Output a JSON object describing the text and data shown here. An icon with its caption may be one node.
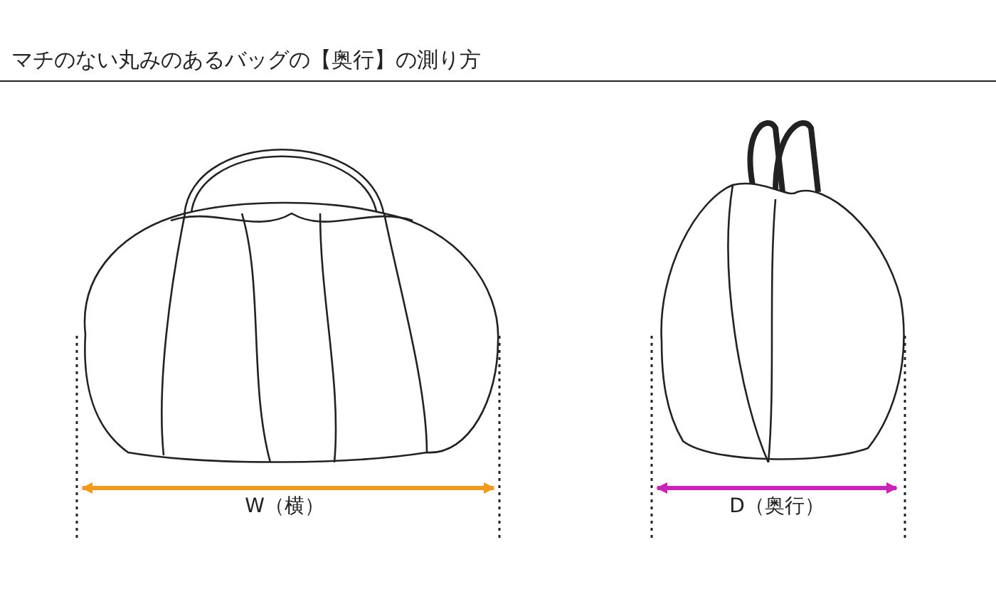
{
  "diagram": {
    "title": "マチのない丸みのあるバッグの【奥行】の測り方",
    "labels": [
      "W（横）",
      "D（奥行）"
    ]
  }
}
